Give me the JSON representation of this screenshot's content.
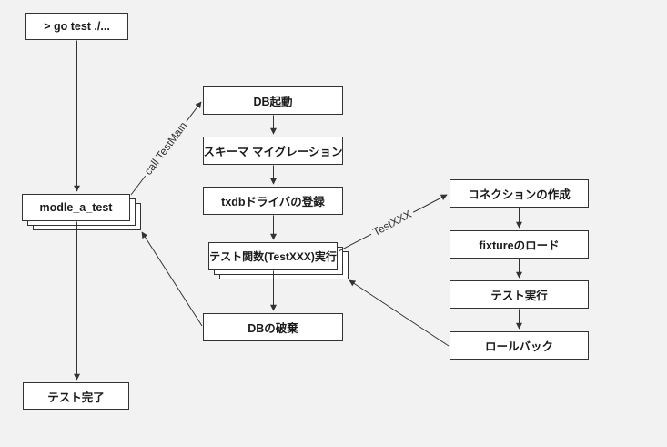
{
  "diagram": {
    "type": "flowchart",
    "colors": {
      "background": "#f2f2f2",
      "node_fill": "#ffffff",
      "node_border": "#333333",
      "edge": "#333333",
      "text": "#1a1a1a"
    },
    "nodes": {
      "go_test": {
        "label": "> go test ./...",
        "shape": "rect"
      },
      "module_a_test": {
        "label": "modle_a_test",
        "shape": "stacked-rect"
      },
      "db_start": {
        "label": "DB起動",
        "shape": "rect"
      },
      "schema_migration": {
        "label": "スキーマ マイグレーション",
        "shape": "rect"
      },
      "txdb_driver": {
        "label": "txdbドライバの登録",
        "shape": "rect"
      },
      "test_func": {
        "label": "テスト関数(TestXXX)実行",
        "shape": "stacked-rect"
      },
      "db_destroy": {
        "label": "DBの破棄",
        "shape": "rect"
      },
      "create_connection": {
        "label": "コネクションの作成",
        "shape": "rect"
      },
      "load_fixture": {
        "label": "fixtureのロード",
        "shape": "rect"
      },
      "run_test": {
        "label": "テスト実行",
        "shape": "rect"
      },
      "rollback": {
        "label": "ロールバック",
        "shape": "rect"
      },
      "test_done": {
        "label": "テスト完了",
        "shape": "rect"
      }
    },
    "edges": [
      {
        "from": "go_test",
        "to": "module_a_test",
        "label": ""
      },
      {
        "from": "module_a_test",
        "to": "test_done",
        "label": ""
      },
      {
        "from": "module_a_test",
        "to": "db_start",
        "label": "call TestMain"
      },
      {
        "from": "db_start",
        "to": "schema_migration",
        "label": ""
      },
      {
        "from": "schema_migration",
        "to": "txdb_driver",
        "label": ""
      },
      {
        "from": "txdb_driver",
        "to": "test_func",
        "label": ""
      },
      {
        "from": "test_func",
        "to": "db_destroy",
        "label": ""
      },
      {
        "from": "test_func",
        "to": "create_connection",
        "label": "TestXXX"
      },
      {
        "from": "create_connection",
        "to": "load_fixture",
        "label": ""
      },
      {
        "from": "load_fixture",
        "to": "run_test",
        "label": ""
      },
      {
        "from": "run_test",
        "to": "rollback",
        "label": ""
      },
      {
        "from": "rollback",
        "to": "test_func",
        "label": ""
      },
      {
        "from": "db_destroy",
        "to": "module_a_test",
        "label": ""
      }
    ]
  }
}
